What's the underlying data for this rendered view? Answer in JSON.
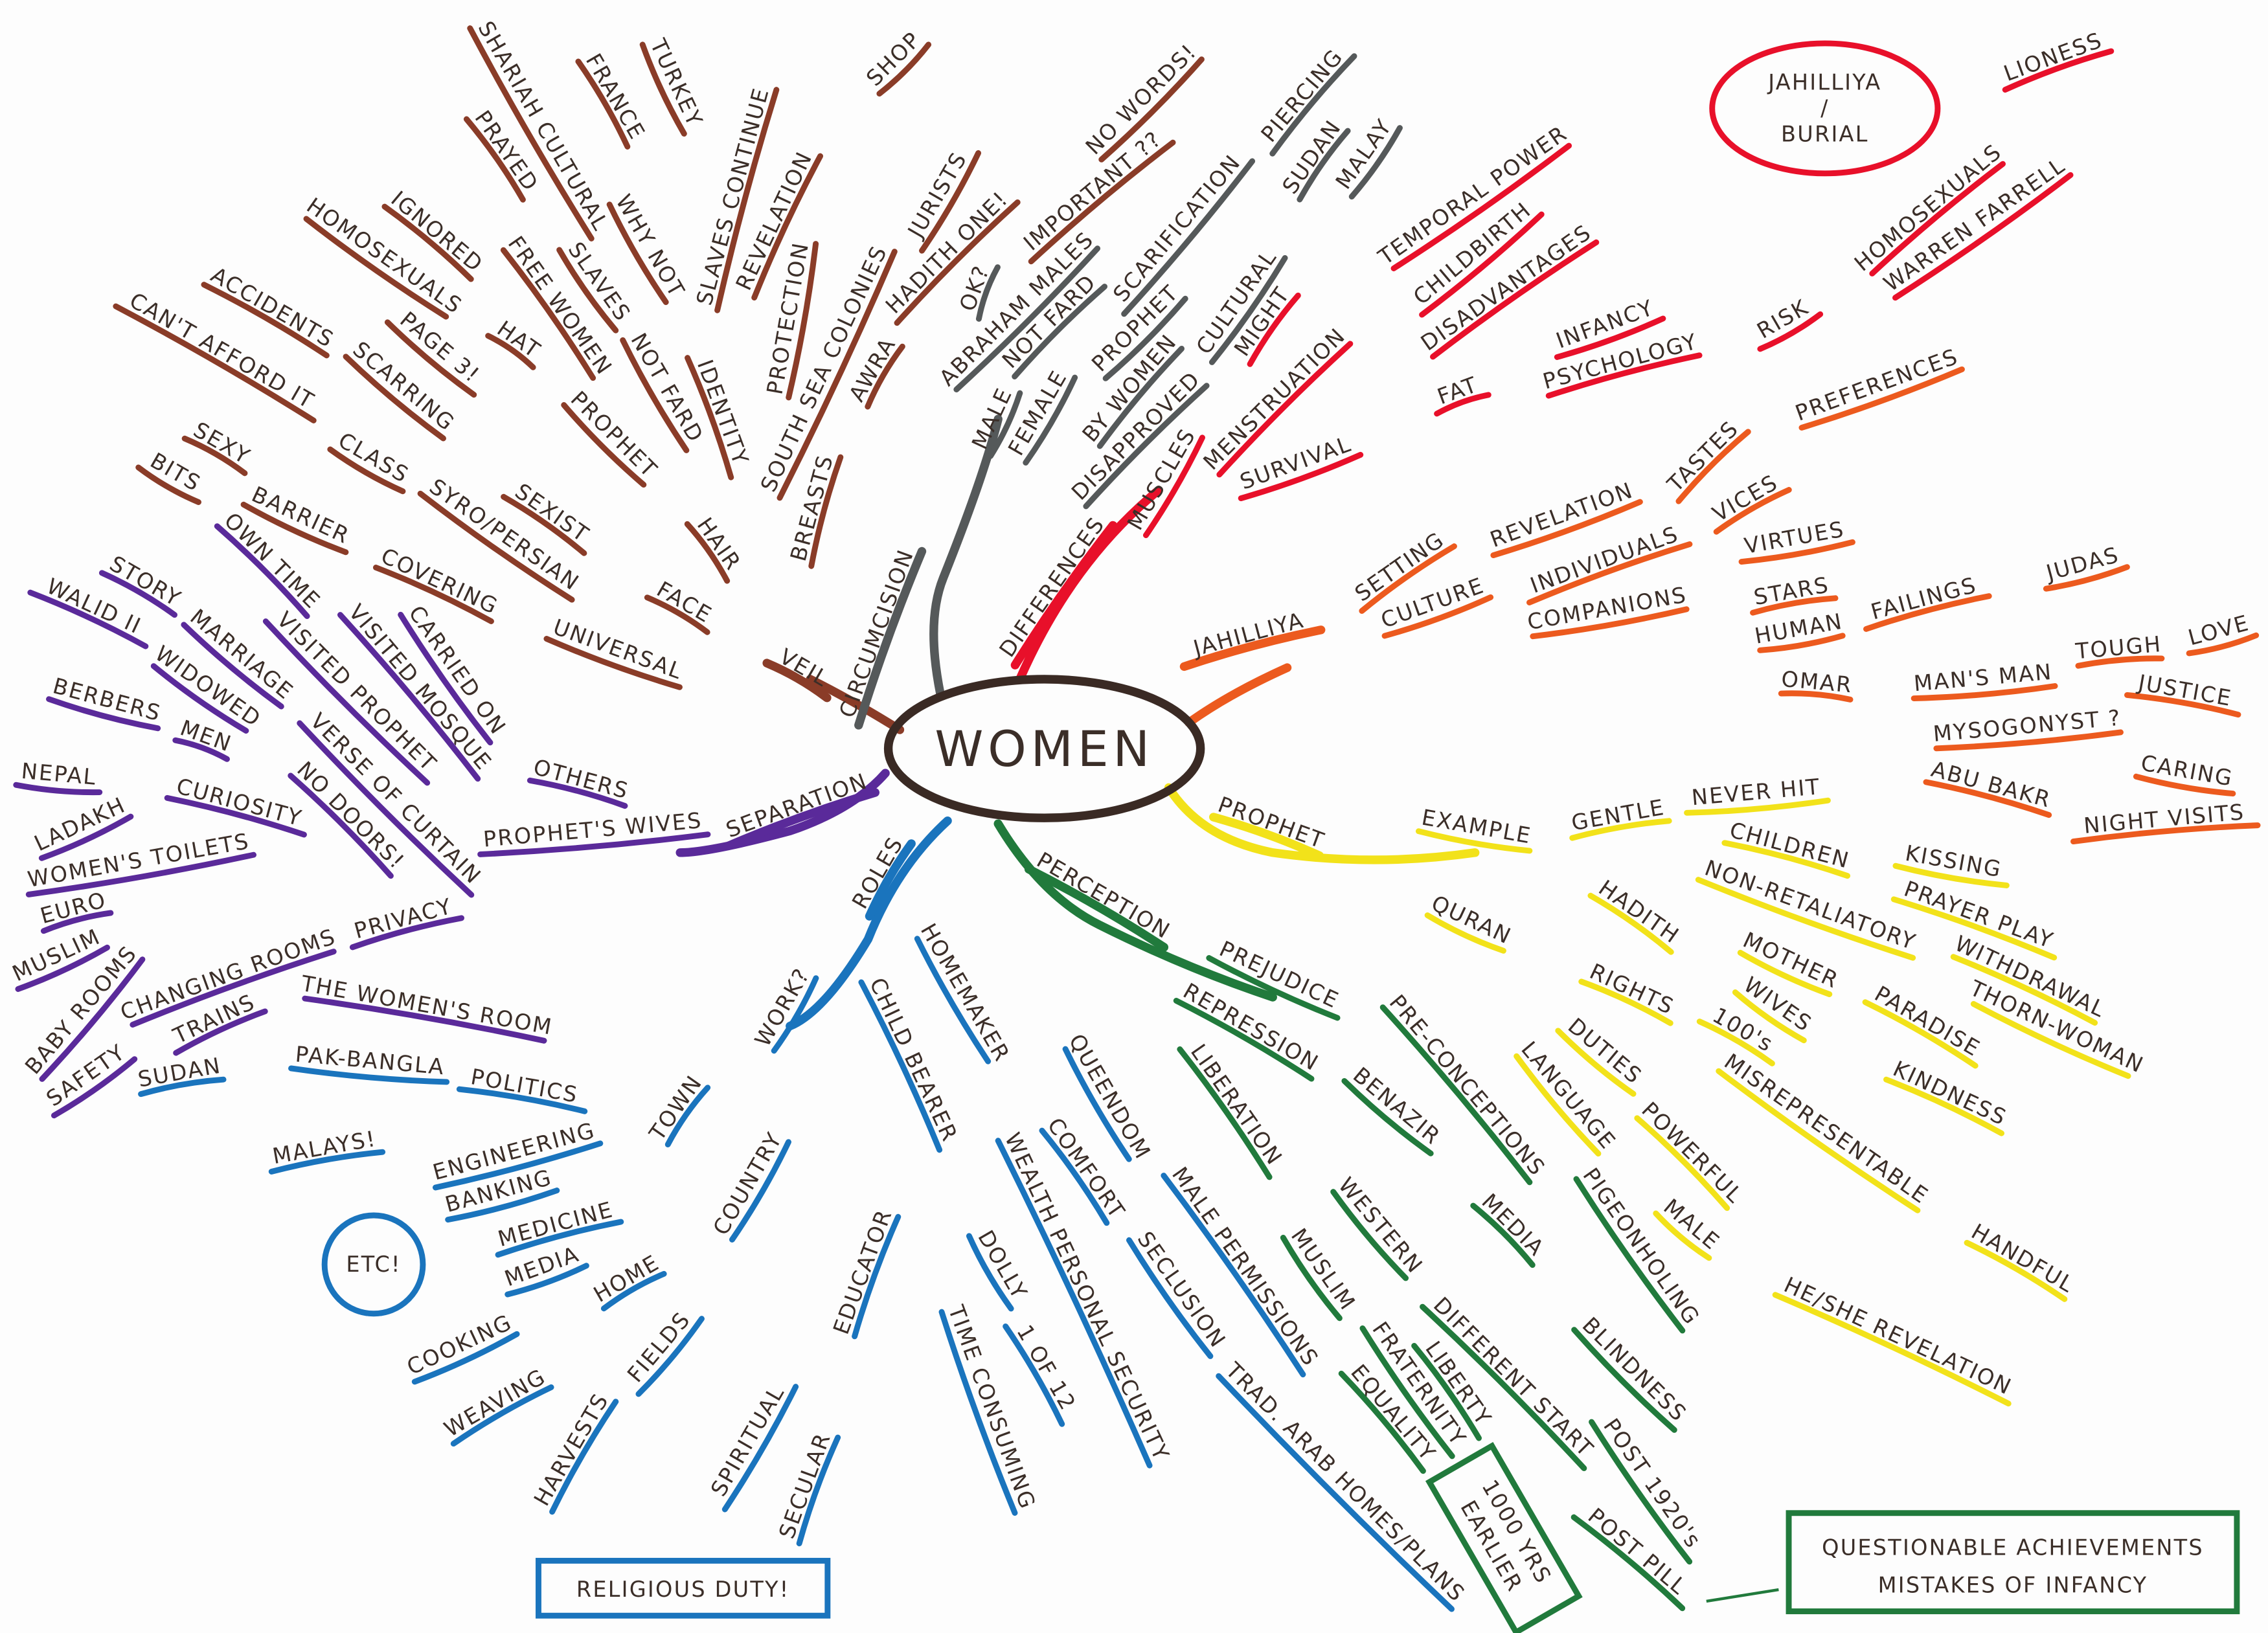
{
  "center": {
    "label": "WOMEN",
    "color": "#3a2a24"
  },
  "branches": [
    {
      "id": "veil",
      "color": "#8a3c28",
      "labels": [
        "VEIL",
        "UNIVERSAL",
        "COVERING",
        "BARRIER",
        "SEXY",
        "BITS",
        "FACE",
        "SYRO/PERSIAN",
        "SEXIST",
        "CLASS",
        "CAN'T AFFORD IT",
        "SCARRING",
        "ACCIDENTS",
        "PAGE 3!",
        "HAIR",
        "PROPHET",
        "HAT",
        "HOMOSEXUALS",
        "IGNORED",
        "NOT FARD",
        "FREE WOMEN",
        "SLAVES",
        "PRAYED",
        "SHARIAH CULTURAL",
        "IDENTITY",
        "WHY NOT",
        "FRANCE",
        "TURKEY",
        "BREASTS",
        "PROTECTION",
        "SLAVES CONTINUE",
        "SOUTH SEA COLONIES",
        "REVELATION",
        "SHOP",
        "AWRA",
        "JURISTS",
        "HADITH ONE!",
        "NO WORDS!",
        "IMPORTANT ??"
      ]
    },
    {
      "id": "circumcision",
      "color": "#55595a",
      "labels": [
        "CIRCUMCISION",
        "MALE",
        "OK?",
        "ABRAHAM MALES",
        "NOT FARD",
        "FEMALE",
        "BY WOMEN",
        "PROPHET",
        "DISAPPROVED",
        "SCARIFICATION",
        "PIERCING",
        "CULTURAL",
        "SUDAN",
        "MALAY"
      ]
    },
    {
      "id": "differences",
      "color": "#e8102a",
      "labels": [
        "DIFFERENCES",
        "MUSCLES",
        "MIGHT",
        "TEMPORAL POWER",
        "MENSTRUATION",
        "CHILDBIRTH",
        "DISADVANTAGES",
        "SURVIVAL",
        "FAT",
        "INFANCY",
        "PSYCHOLOGY",
        "RISK",
        "HOMOSEXUALS",
        "WARREN FARRELL",
        "LIONESS"
      ]
    },
    {
      "id": "jahilliya",
      "color": "#ec5a1e",
      "labels": [
        "JAHILLIYA",
        "CULTURE",
        "SETTING",
        "REVELATION",
        "INDIVIDUALS",
        "COMPANIONS",
        "TASTES",
        "PREFERENCES",
        "VICES",
        "VIRTUES",
        "STARS",
        "HUMAN",
        "FAILINGS",
        "JUDAS",
        "OMAR",
        "MAN'S MAN",
        "TOUGH",
        "LOVE",
        "JUSTICE",
        "MYSOGONYST ?",
        "ABU BAKR",
        "CARING",
        "NIGHT VISITS"
      ]
    },
    {
      "id": "prophet",
      "color": "#f2e21a",
      "labels": [
        "PROPHET",
        "EXAMPLE",
        "GENTLE",
        "NEVER HIT",
        "CHILDREN",
        "KISSING",
        "PRAYER PLAY",
        "NON-RETALIATORY",
        "WITHDRAWAL",
        "THORN-WOMAN",
        "HADITH",
        "MOTHER",
        "PARADISE",
        "WIVES",
        "KINDNESS",
        "QURAN",
        "RIGHTS",
        "DUTIES",
        "100's",
        "MISREPRESENTABLE",
        "HANDFUL",
        "LANGUAGE",
        "POWERFUL",
        "MALE",
        "HE/SHE REVELATION"
      ]
    },
    {
      "id": "perception",
      "color": "#217a3c",
      "labels": [
        "PERCEPTION",
        "PREJUDICE",
        "PRE-CONCEPTIONS",
        "PIGEONHOLING",
        "REPRESSION",
        "BENAZIR",
        "MEDIA",
        "BLINDNESS",
        "LIBERATION",
        "WESTERN",
        "DIFFERENT START",
        "POST 1920's",
        "POST PILL",
        "MUSLIM",
        "LIBERTY",
        "FRATERNITY",
        "EQUALITY"
      ]
    },
    {
      "id": "roles",
      "color": "#1a74bd",
      "labels": [
        "ROLES",
        "WORK?",
        "TOWN",
        "COUNTRY",
        "POLITICS",
        "PAK-BANGLA",
        "SUDAN",
        "ENGINEERING",
        "MALAYS!",
        "BANKING",
        "MEDICINE",
        "MEDIA",
        "HOME",
        "COOKING",
        "WEAVING",
        "FIELDS",
        "HARVESTS",
        "HOMEMAKER",
        "CHILD BEARER",
        "QUEENDOM",
        "COMFORT",
        "SECLUSION",
        "MALE PERMISSIONS",
        "TRAD. ARAB HOMES/PLANS",
        "WEALTH PERSONAL SECURITY",
        "DOLLY",
        "1 OF 12",
        "TIME CONSUMING",
        "EDUCATOR",
        "SPIRITUAL",
        "SECULAR"
      ]
    },
    {
      "id": "separation",
      "color": "#5a2a9a",
      "labels": [
        "SEPARATION",
        "PROPHET'S WIVES",
        "OTHERS",
        "CARRIED ON",
        "VISITED MOSQUE",
        "VISITED PROPHET",
        "OWN TIME",
        "VERSE OF CURTAIN",
        "NO DOORS!",
        "MARRIAGE",
        "STORY",
        "WIDOWED",
        "WALID II",
        "BERBERS",
        "MEN",
        "NEPAL",
        "CURIOSITY",
        "LADAKH",
        "PRIVACY",
        "WOMEN'S TOILETS",
        "EURO",
        "MUSLIM",
        "CHANGING ROOMS",
        "BABY ROOMS",
        "TRAINS",
        "SAFETY",
        "THE WOMEN'S ROOM"
      ]
    }
  ],
  "notes": {
    "jahilliya_burial": {
      "line1": "JAHILLIYA",
      "line2": "/",
      "line3": "BURIAL",
      "color": "#e8102a"
    },
    "etc": {
      "label": "ETC!",
      "color": "#1a74bd"
    },
    "religious_duty": {
      "label": "RELIGIOUS DUTY!",
      "color": "#1a74bd"
    },
    "thousand_years": {
      "line1": "1000 YRS",
      "line2": "EARLIER",
      "color": "#217a3c"
    },
    "questionable": {
      "line1": "QUESTIONABLE ACHIEVEMENTS",
      "line2": "MISTAKES OF INFANCY",
      "color": "#217a3c"
    }
  }
}
